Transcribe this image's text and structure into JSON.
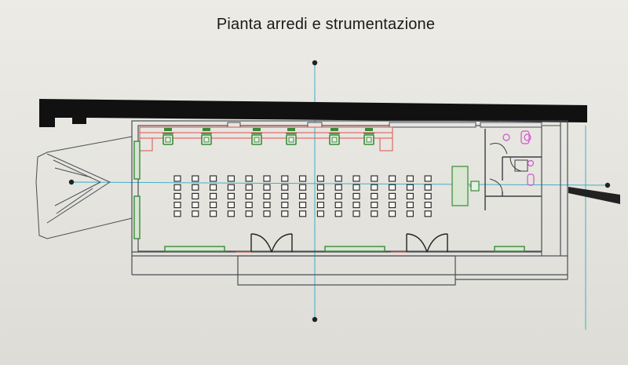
{
  "title": "Pianta arredi e strumentazione",
  "colors": {
    "wall": "#111111",
    "line": "#4a4f55",
    "axis": "#2ca9c4",
    "furniture": "#3a8a3a",
    "red": "#e05050",
    "sanitary": "#cc55cc"
  },
  "seating": {
    "columns": 15,
    "rows": 5
  },
  "workstations": {
    "count": 6
  }
}
